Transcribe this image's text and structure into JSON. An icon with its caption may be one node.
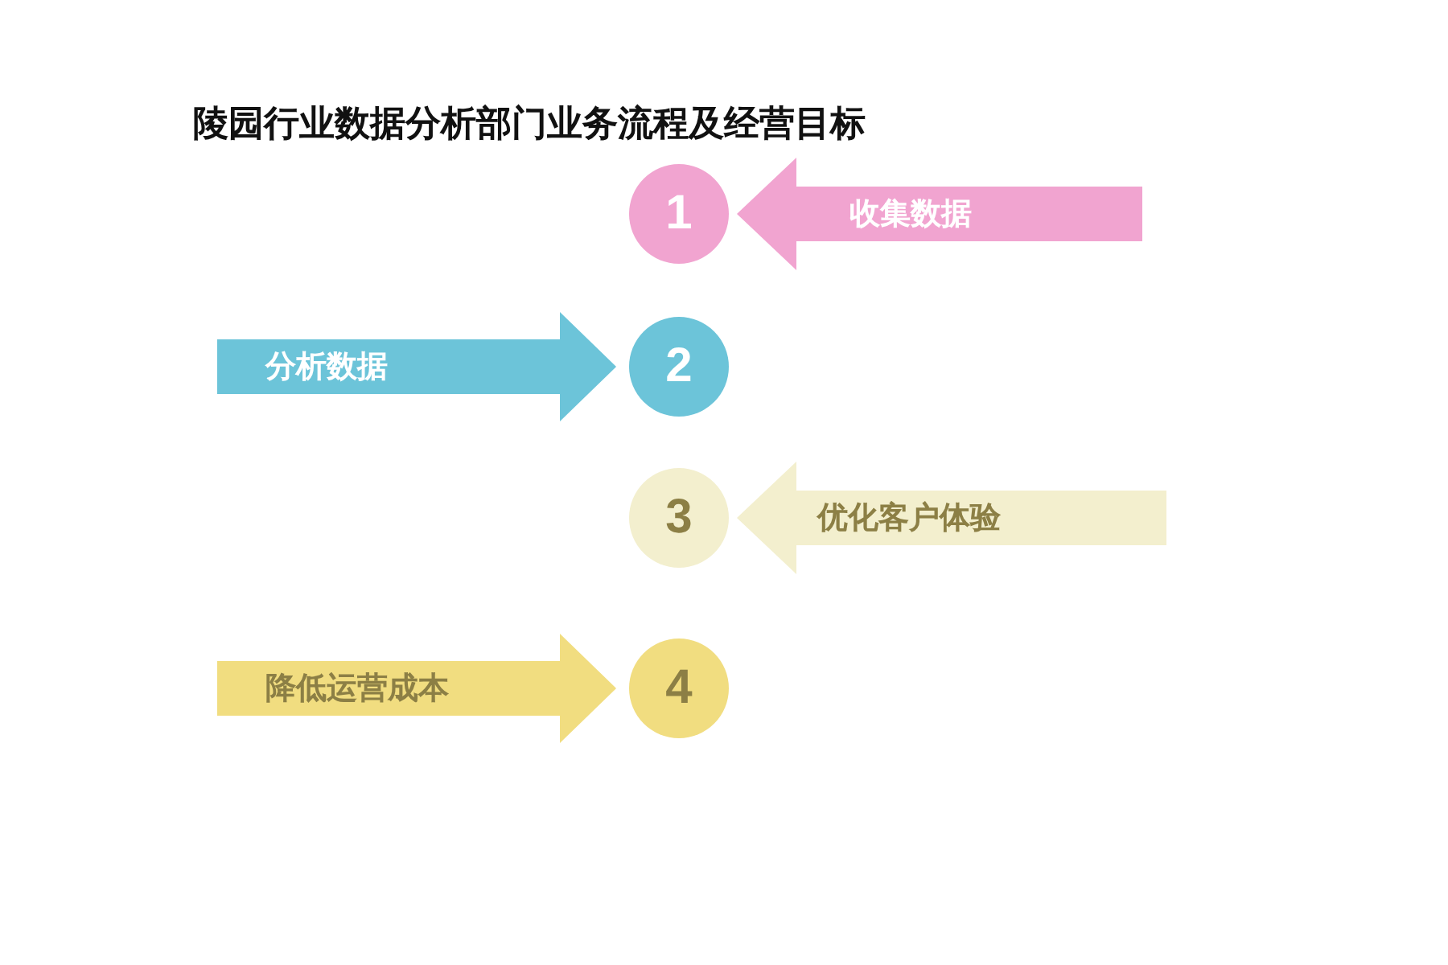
{
  "diagram": {
    "title": "陵园行业数据分析部门业务流程及经营目标",
    "nodes": [
      {
        "text": [
          "1"
        ]
      },
      {
        "text": [
          "2"
        ]
      },
      {
        "text": [
          "3"
        ]
      },
      {
        "text": [
          "4"
        ]
      }
    ],
    "edges": [
      {
        "from": null,
        "to": 0,
        "arrow": "to",
        "label": "收集数据",
        "color": "#f1a4d0"
      },
      {
        "from": null,
        "to": 1,
        "arrow": "to",
        "label": "分析数据",
        "color": "#6cc4d9"
      },
      {
        "from": null,
        "to": 2,
        "arrow": "to",
        "label": "优化客户体验",
        "color": "#f3efce"
      },
      {
        "from": null,
        "to": 3,
        "arrow": "to",
        "label": "降低运营成本",
        "color": "#f1dd80"
      }
    ]
  }
}
